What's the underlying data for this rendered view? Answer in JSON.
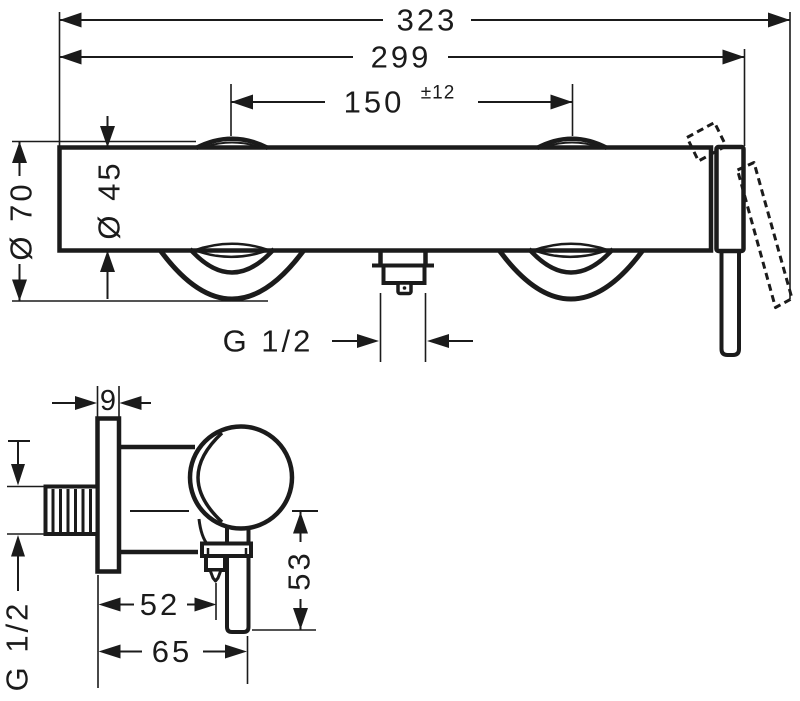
{
  "drawing": {
    "type": "installation dimension drawing",
    "background_color": "#ffffff",
    "line_color": "#1b1b1b"
  },
  "front_view": {
    "dims": {
      "overall_width": "323",
      "body_width": "299",
      "connection_spacing": "150",
      "connection_tolerance": "±12",
      "body_diameter": "Ø 45",
      "escutcheon_diameter": "Ø 70",
      "outlet_thread": "G 1/2"
    }
  },
  "side_view": {
    "dims": {
      "escutcheon_thickness": "9",
      "inlet_thread": "G 1/2",
      "wall_to_outlet": "52",
      "wall_to_handle": "65",
      "outlet_drop": "53"
    }
  }
}
